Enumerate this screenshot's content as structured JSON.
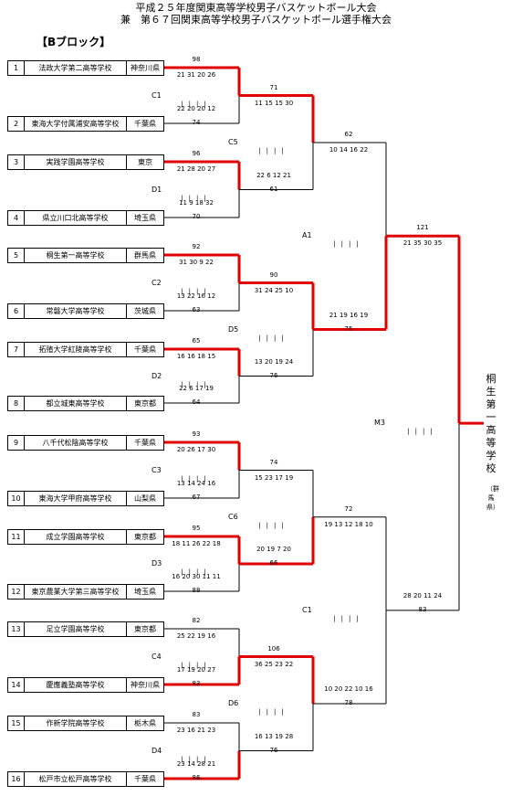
{
  "title_line1": "平成２５年度関東高等学校男子バスケットボール大会",
  "title_line2": "兼　第６７回関東高等学校男子バスケットボール選手権大会",
  "block_label": "【Bブロック】",
  "teams": [
    {
      "no": "1",
      "name": "法政大学第二高等学校",
      "pref": "神奈川県"
    },
    {
      "no": "2",
      "name": "東海大学付属浦安高等学校",
      "pref": "千葉県"
    },
    {
      "no": "3",
      "name": "実践学園高等学校",
      "pref": "東京"
    },
    {
      "no": "4",
      "name": "県立川口北高等学校",
      "pref": "埼玉県"
    },
    {
      "no": "5",
      "name": "桐生第一高等学校",
      "pref": "群馬県"
    },
    {
      "no": "6",
      "name": "常磐大学高等学校",
      "pref": "茨城県"
    },
    {
      "no": "7",
      "name": "拓殖大学紅陵高等学校",
      "pref": "千葉県"
    },
    {
      "no": "8",
      "name": "都立城東高等学校",
      "pref": "東京都"
    },
    {
      "no": "9",
      "name": "八千代松陰高等学校",
      "pref": "千葉県"
    },
    {
      "no": "10",
      "name": "東海大学甲府高等学校",
      "pref": "山梨県"
    },
    {
      "no": "11",
      "name": "成立学園高等学校",
      "pref": "東京都"
    },
    {
      "no": "12",
      "name": "東京農業大学第三高等学校",
      "pref": "埼玉県"
    },
    {
      "no": "13",
      "name": "足立学園高等学校",
      "pref": "東京都"
    },
    {
      "no": "14",
      "name": "慶應義塾高等学校",
      "pref": "神奈川県"
    },
    {
      "no": "15",
      "name": "作新学院高等学校",
      "pref": "栃木県"
    },
    {
      "no": "16",
      "name": "松戸市立松戸高等学校",
      "pref": "千葉県"
    }
  ],
  "games": [
    {
      "id": "C1",
      "top_total": "98",
      "top_q": "21 31 20 26",
      "bot_q": "22 20 20 12",
      "bot_total": "74"
    },
    {
      "id": "D1",
      "top_total": "96",
      "top_q": "21 28 20 27",
      "bot_q": "11 9 18 32",
      "bot_total": "70"
    },
    {
      "id": "C2",
      "top_total": "92",
      "top_q": "31 30 9 22",
      "bot_q": "13 22 16 12",
      "bot_total": "63"
    },
    {
      "id": "D2",
      "top_total": "65",
      "top_q": "16 16 18 15",
      "bot_q": "22 6 17 19",
      "bot_total": "64"
    },
    {
      "id": "C3",
      "top_total": "93",
      "top_q": "20 26 17 30",
      "bot_q": "13 14 24 16",
      "bot_total": "67"
    },
    {
      "id": "D3",
      "top_total": "95",
      "top_q": "18 11 26 22 18",
      "bot_q": "16 20 30 11 11",
      "bot_total": "88"
    },
    {
      "id": "C4",
      "top_total": "82",
      "top_q": "25 22 19 16",
      "bot_q": "17 19 20 27",
      "bot_total": "83"
    },
    {
      "id": "D4",
      "top_total": "83",
      "top_q": "23 16 21 23",
      "bot_q": "23 14 28 21",
      "bot_total": "86"
    },
    {
      "id": "C5",
      "top_total": "71",
      "top_q": "11 15 15 30",
      "bot_q": "22 6 12 21",
      "bot_total": "61"
    },
    {
      "id": "D5",
      "top_total": "90",
      "top_q": "31 24 25 10",
      "bot_q": "13 20 19 24",
      "bot_total": "76"
    },
    {
      "id": "C6",
      "top_total": "74",
      "top_q": "15 23 17 19",
      "bot_q": "20 19 7 20",
      "bot_total": "66"
    },
    {
      "id": "D6",
      "top_total": "106",
      "top_q": "36 25 23 22",
      "bot_q": "16 13 19 28",
      "bot_total": "76"
    },
    {
      "id": "A1",
      "top_total": "62",
      "top_q": "10 14 16 22",
      "bot_q": "21 19 16 19",
      "bot_total": "75"
    },
    {
      "id": "C1",
      "top_total": "72",
      "top_q": "19 13 12 18 10",
      "bot_q": "10 20 22 10 16",
      "bot_total": "78"
    },
    {
      "id": "M3",
      "top_total": "121",
      "top_q": "21 35 30 35",
      "bot_q": "28 20 11 24",
      "bot_total": "83"
    }
  ],
  "winner": "桐生第一高等学校",
  "winner_pref": "（群馬県）",
  "colors": {
    "win_line": "#e00000",
    "line": "#000000"
  }
}
